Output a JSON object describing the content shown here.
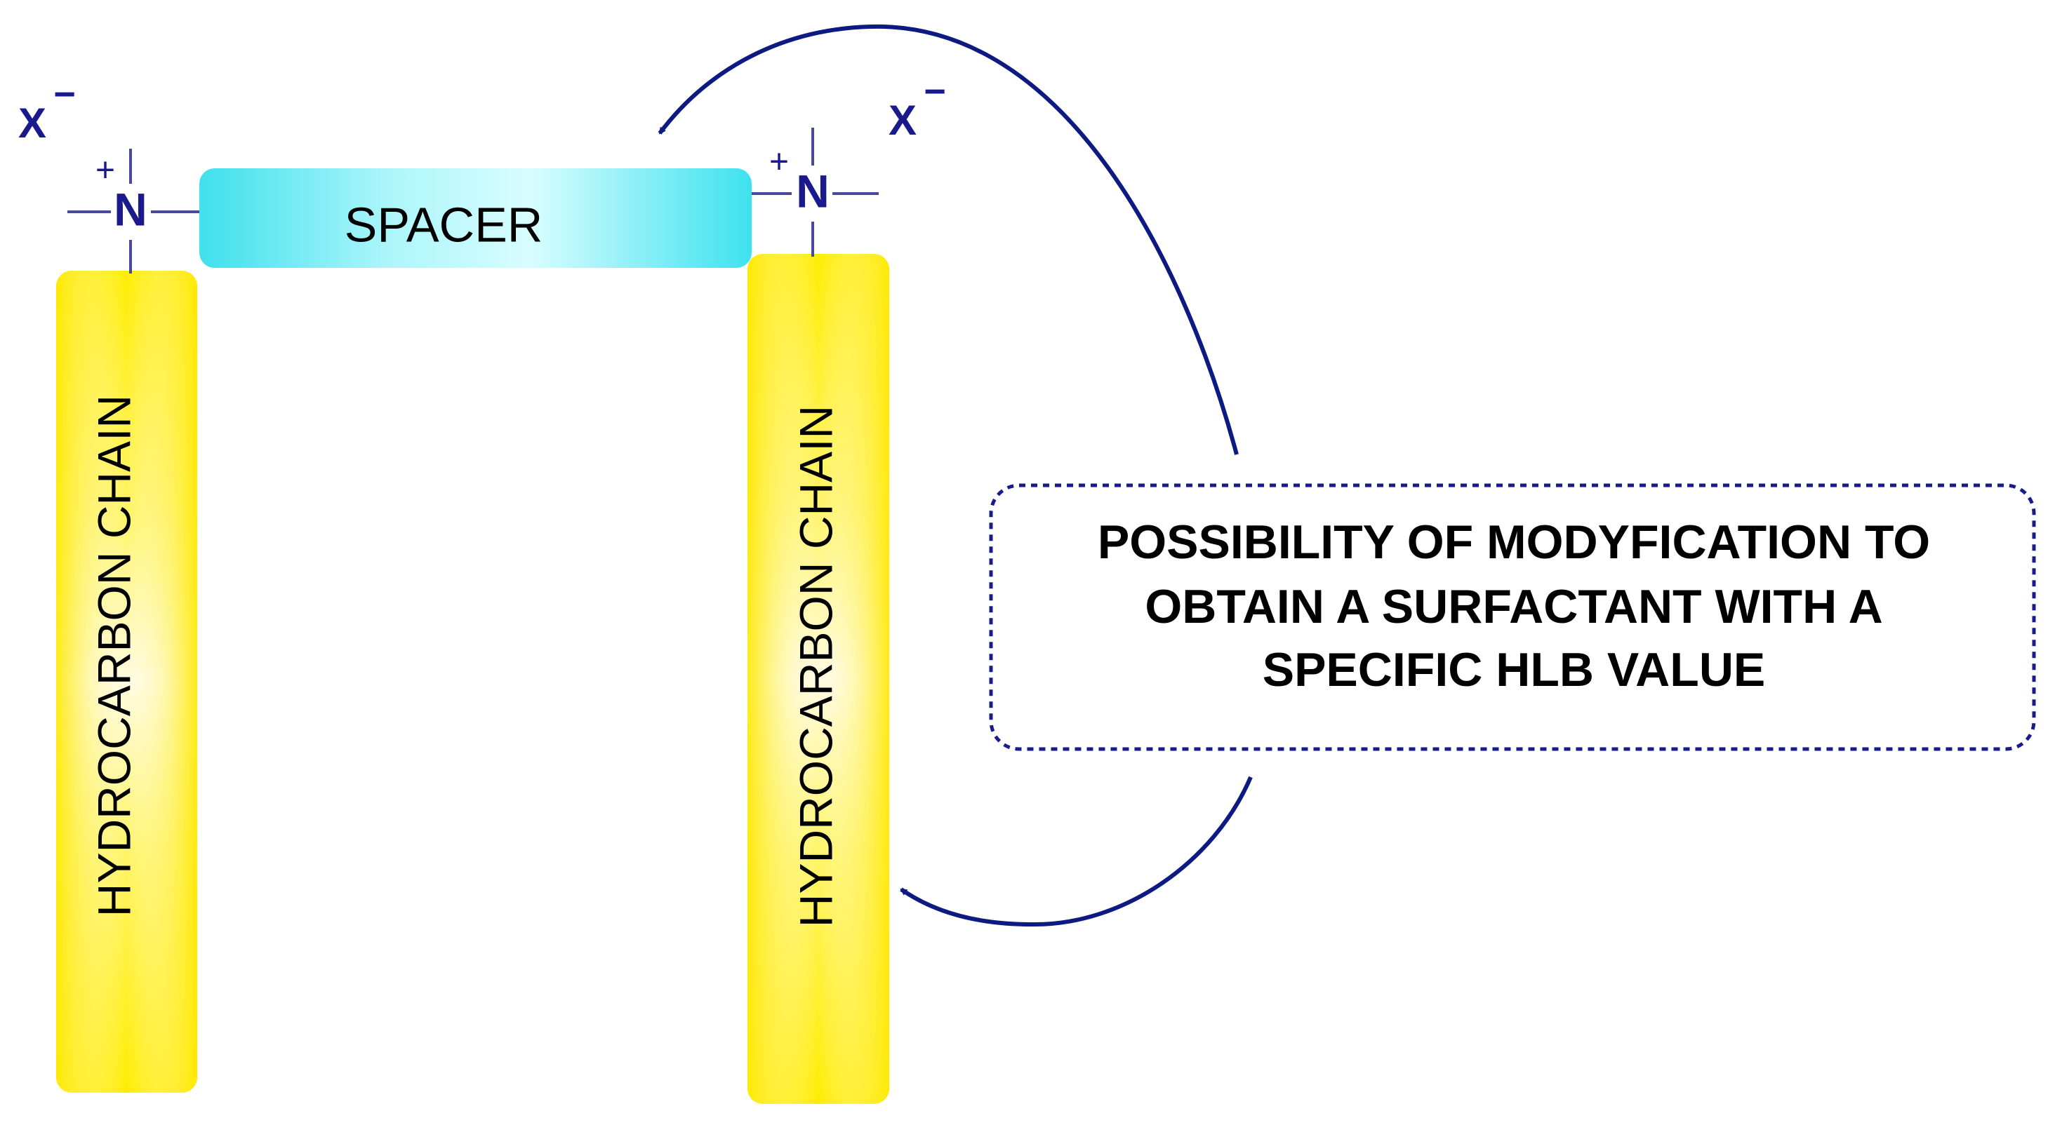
{
  "spacer_label": "SPACER",
  "chain_label": "HYDROCARBON CHAIN",
  "nitrogen_symbol": "N",
  "charge_plus": "+",
  "counterion": {
    "symbol": "X",
    "charge": "−"
  },
  "callout_lines": [
    "POSSIBILITY OF MODYFICATION TO",
    "OBTAIN A SURFACTANT WITH A",
    "SPECIFIC HLB VALUE"
  ],
  "colors": {
    "nitrogen_blue": "#1a1a8c",
    "arrow_blue": "#0d1a82",
    "bond_line": "#4a4a9a",
    "spacer_fill": "#49e6f0",
    "spacer_light": "#c8fbff",
    "chain_fill": "#ffee1a",
    "chain_light": "#fffde0",
    "callout_border": "#1a1a8c",
    "text": "#000000"
  }
}
